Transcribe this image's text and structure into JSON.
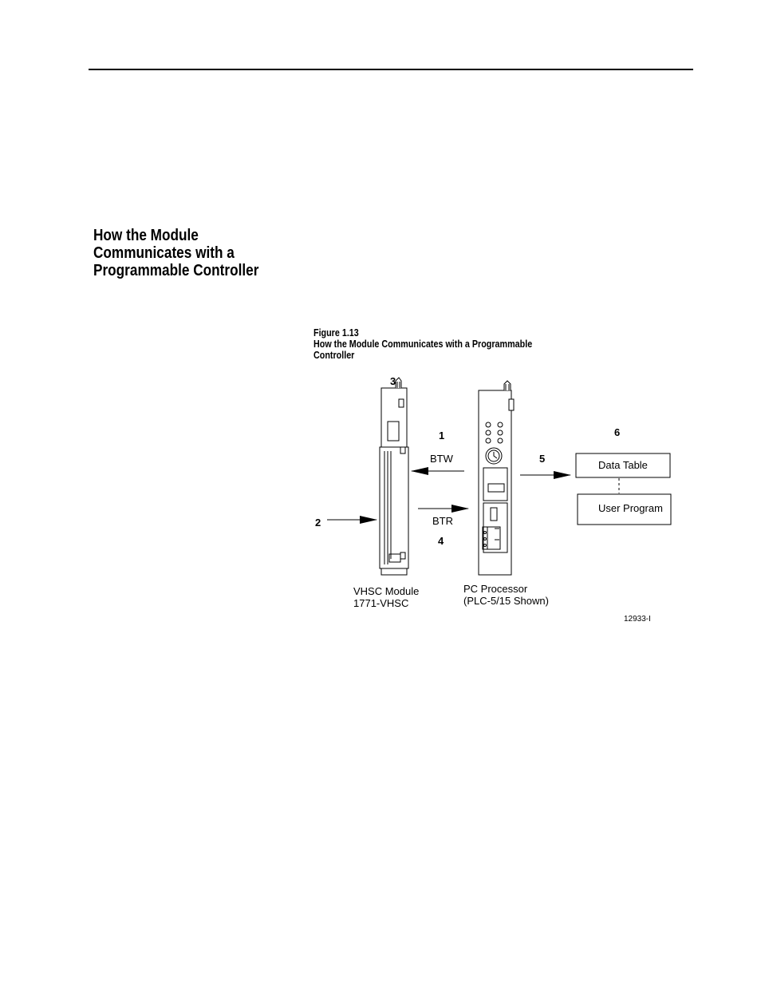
{
  "heading": {
    "lines": [
      "How the Module",
      "Communicates with a",
      "Programmable Controller"
    ]
  },
  "figure": {
    "number": "Figure 1.13",
    "title_lines": [
      "How the Module Communicates with a Programmable",
      "Controller"
    ],
    "step_labels": {
      "s1": "1",
      "s2": "2",
      "s3": "3",
      "s4": "4",
      "s5": "5",
      "s6": "6"
    },
    "btw_label": "BTW",
    "btr_label": "BTR",
    "data_table_label": "Data Table",
    "user_program_label": "User Program",
    "vhsc_module": [
      "VHSC Module",
      "1771-VHSC"
    ],
    "pc_processor": [
      "PC Processor",
      "(PLC-5/15 Shown)"
    ],
    "figure_id": "12933-I"
  }
}
